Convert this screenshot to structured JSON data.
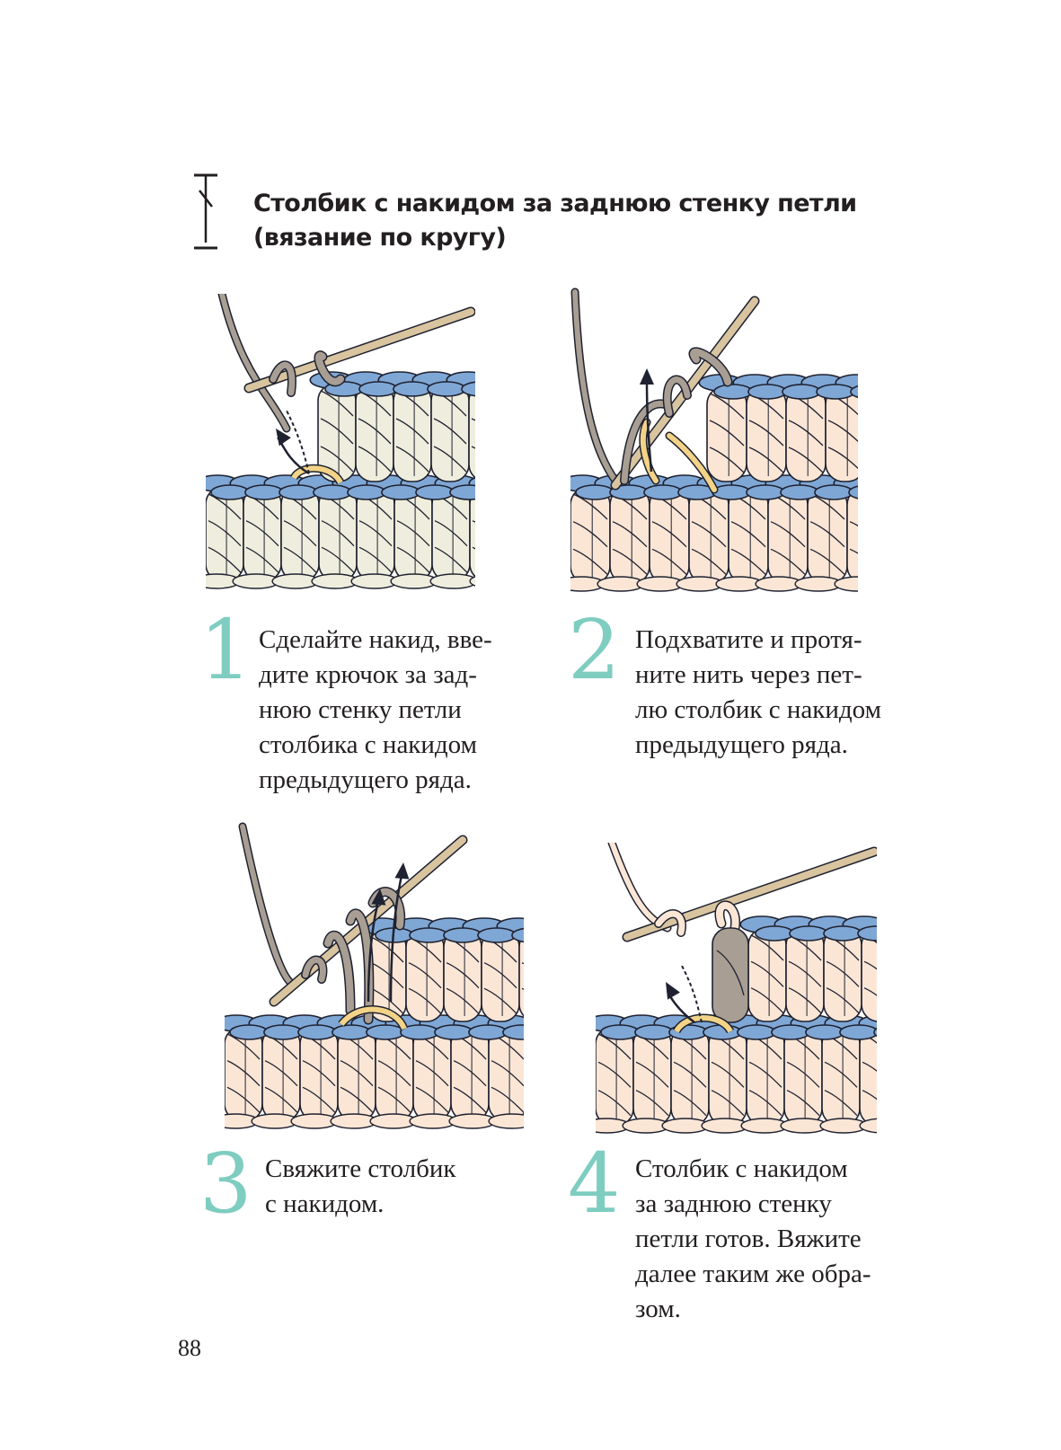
{
  "header": {
    "symbol_icon": "double-crochet-back-loop-symbol",
    "title_lines": [
      "Столбик с накидом за заднюю стенку петли",
      "(вязание по кругу)"
    ]
  },
  "colors": {
    "accent_teal": "#7ecdc0",
    "text": "#231f20",
    "yarn_blue": "#7fa7d6",
    "yarn_cream": "#efeede",
    "yarn_peach": "#fbe6d6",
    "yarn_gray": "#a89e93",
    "yarn_yellow": "#f2d387",
    "hook": "#d9c4a0"
  },
  "steps": [
    {
      "number": "1",
      "lines": [
        "Сделайте накид, вве-",
        "дите крючок за зад-",
        "нюю стенку петли",
        "столбика с накидом",
        "предыдущего ряда."
      ],
      "illustration_icon": "crochet-hook-insert-back-loop-illustration"
    },
    {
      "number": "2",
      "lines": [
        "Подхватите и протя-",
        "ните нить через пет-",
        "лю столбик с накидом",
        "предыдущего ряда."
      ],
      "illustration_icon": "crochet-pull-through-illustration"
    },
    {
      "number": "3",
      "lines": [
        "Свяжите столбик",
        "с накидом."
      ],
      "illustration_icon": "crochet-complete-stitch-illustration"
    },
    {
      "number": "4",
      "lines": [
        "Столбик с накидом",
        "за заднюю стенку",
        "петли готов. Вяжите",
        "далее таким же обра-",
        "зом."
      ],
      "illustration_icon": "crochet-finished-stitch-illustration"
    }
  ],
  "footer": {
    "page_number": "88"
  }
}
